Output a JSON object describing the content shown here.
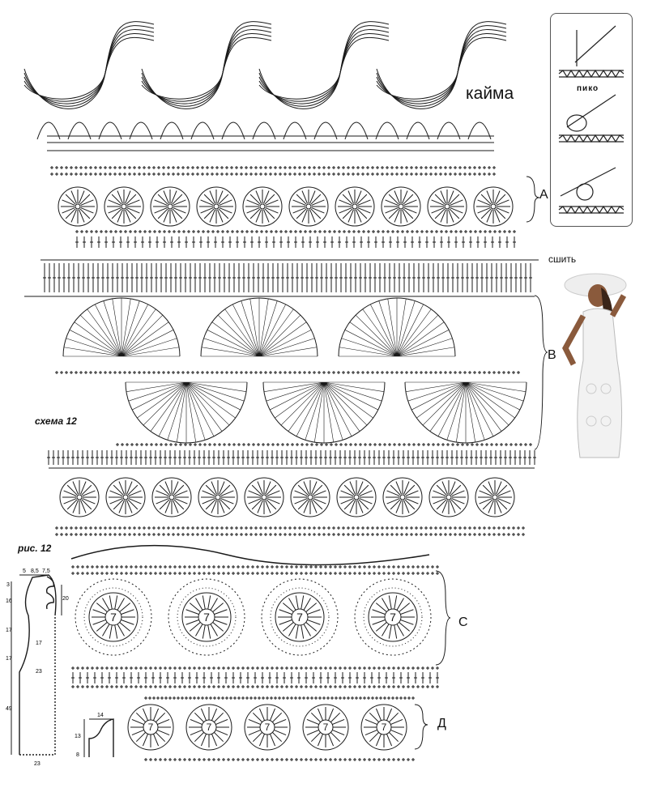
{
  "labels": {
    "border": "кайма",
    "picot": "пико",
    "sew": "сшить",
    "section_a": "А",
    "section_b": "В",
    "section_c": "С",
    "section_d": "Д",
    "scheme": "схема 12",
    "figure": "рис. 12"
  },
  "motif_number": "7",
  "pattern_dimensions": {
    "shoulder": [
      "5",
      "8,5",
      "7,5"
    ],
    "vertical": [
      "3",
      "16",
      "17",
      "17",
      "49"
    ],
    "sleeve_height": "20",
    "waist_width": "17",
    "hip_width": "23",
    "hem_width": "23",
    "sleeve": {
      "width": "14",
      "cap": "13",
      "base": "8"
    }
  },
  "colors": {
    "ink": "#1a1a1a",
    "paper": "#ffffff"
  }
}
